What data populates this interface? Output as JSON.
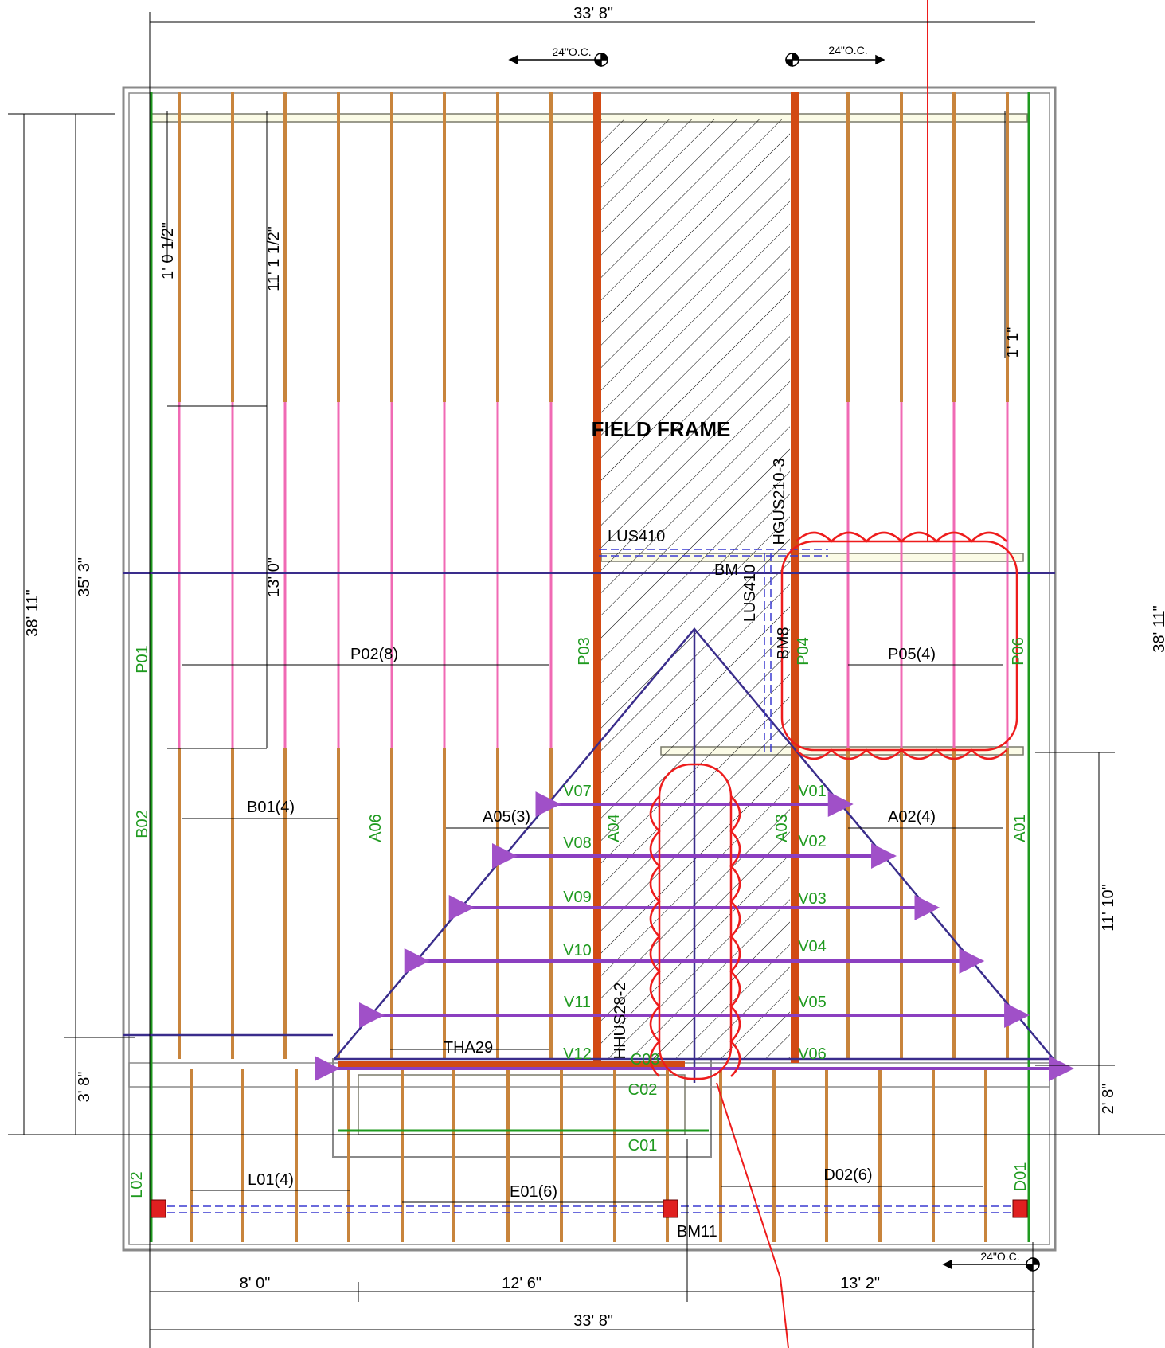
{
  "dimensions": {
    "top_total": "33' 8\"",
    "bottom_total": "33' 8\"",
    "bottom_left": "8' 0\"",
    "bottom_mid": "12' 6\"",
    "bottom_right": "13' 2\"",
    "left_outer": "38' 11\"",
    "left_inner": "35' 3\"",
    "left_bottom": "3' 8\"",
    "right_outer": "38' 11\"",
    "right_mid": "11' 10\"",
    "right_bottom": "2' 8\"",
    "inner_1": "1' 0 1/2\"",
    "inner_2": "11' 1 1/2\"",
    "inner_3": "13' 0\"",
    "inner_4": "1' 1\""
  },
  "spacing": {
    "top_left": "24\"O.C.",
    "top_right": "24\"O.C.",
    "bottom_right": "24\"O.C."
  },
  "callouts": {
    "field_frame": "FIELD FRAME",
    "lus410_a": "LUS410",
    "lus410_b": "LUS410",
    "hgus": "HGUS210-3",
    "bm": "BM",
    "bm8": "BM8",
    "bm11": "BM11",
    "hhus": "HHUS28-2",
    "tha29": "THA29"
  },
  "groups": {
    "p02": "P02(8)",
    "p05": "P05(4)",
    "b01": "B01(4)",
    "a05": "A05(3)",
    "a02": "A02(4)",
    "l01": "L01(4)",
    "e01": "E01(6)",
    "d02": "D02(6)"
  },
  "members": {
    "p01": "P01",
    "p03": "P03",
    "p04": "P04",
    "p06": "P06",
    "b02": "B02",
    "a06": "A06",
    "a04": "A04",
    "a03": "A03",
    "a01": "A01",
    "l02": "L02",
    "d01": "D01",
    "c01": "C01",
    "c02": "C02",
    "c03": "C03",
    "v01": "V01",
    "v02": "V02",
    "v03": "V03",
    "v04": "V04",
    "v05": "V05",
    "v06": "V06",
    "v07": "V07",
    "v08": "V08",
    "v09": "V09",
    "v10": "V10",
    "v11": "V11",
    "v12": "V12"
  },
  "colors": {
    "joist": "#c8843c",
    "pink_joist": "#f06ab4",
    "wall": "#8a8a8a",
    "ridge": "#3a2d8c",
    "valley": "#8b3fc0",
    "green": "#1f9a1f",
    "beam_red": "#d0201a",
    "revision": "#ee1c1c",
    "member_label": "#1f9a1f"
  }
}
